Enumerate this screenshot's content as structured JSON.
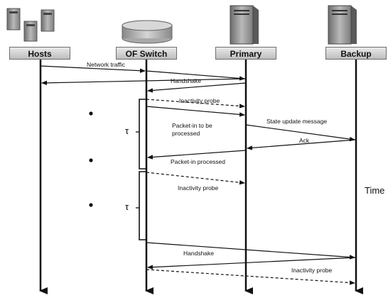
{
  "entities": {
    "hosts": "Hosts",
    "switch": "OF Switch",
    "primary": "Primary",
    "backup": "Backup"
  },
  "messages": {
    "network_traffic": "Network traffic",
    "handshake_1": "Handshake",
    "inactivity_probe_1": "Inactivity probe",
    "state_update": "State update message",
    "packet_in_line1": "Packet-in to be",
    "packet_in_line2": "processed",
    "ack": "Ack",
    "packet_in_processed": "Packet-in processed",
    "inactivity_probe_2": "Inactivity probe",
    "handshake_2": "Handshake",
    "inactivity_probe_3": "Inactivity probe"
  },
  "intervals": {
    "tau_1": "τ",
    "tau_2": "τ"
  },
  "axis": {
    "time_label": "Time"
  }
}
